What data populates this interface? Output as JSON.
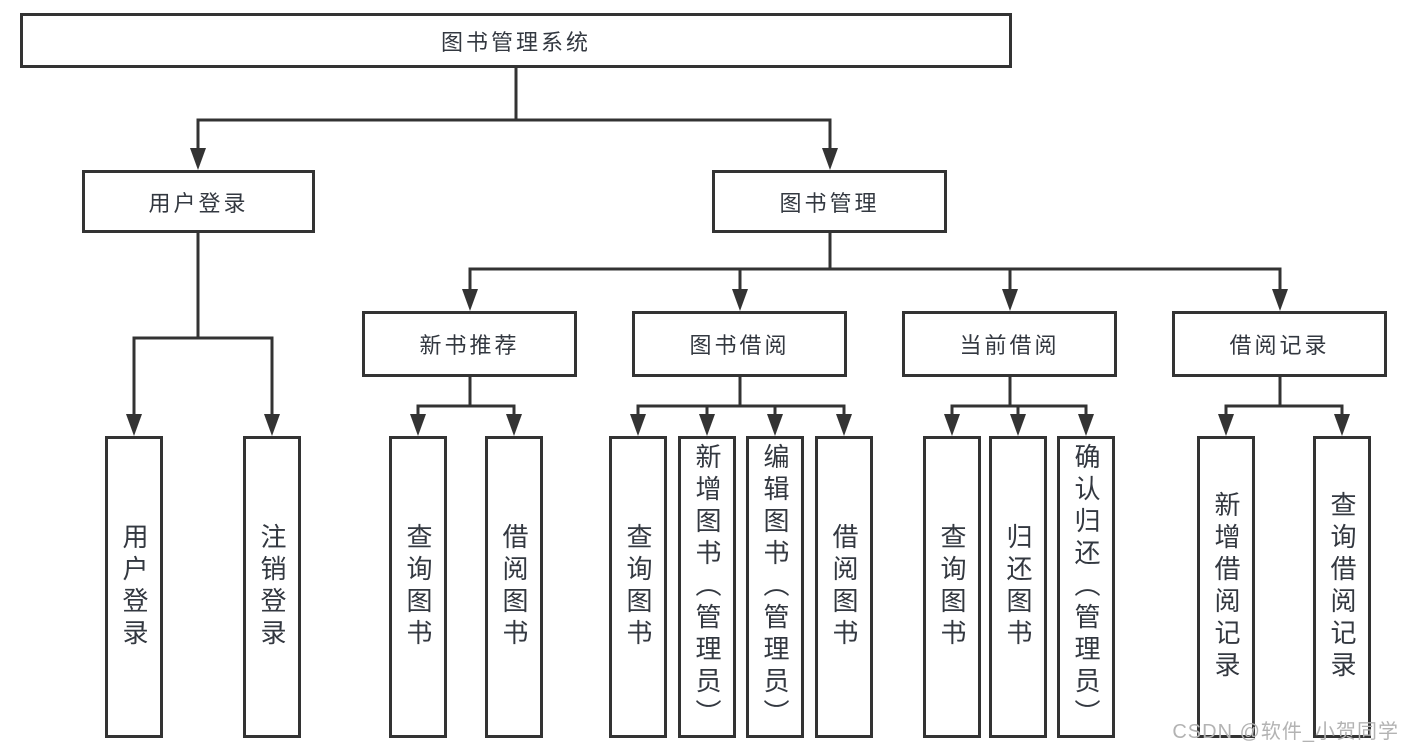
{
  "diagram": {
    "root": {
      "label": "图书管理系统"
    },
    "user_login": {
      "label": "用户登录",
      "children": [
        {
          "label": "用户登录"
        },
        {
          "label": "注销登录"
        }
      ]
    },
    "book_mgmt": {
      "label": "图书管理",
      "children": [
        {
          "label": "新书推荐",
          "children": [
            {
              "label": "查询图书"
            },
            {
              "label": "借阅图书"
            }
          ]
        },
        {
          "label": "图书借阅",
          "children": [
            {
              "label": "查询图书"
            },
            {
              "label": "新增图书（管理员）"
            },
            {
              "label": "编辑图书（管理员）"
            },
            {
              "label": "借阅图书"
            }
          ]
        },
        {
          "label": "当前借阅",
          "children": [
            {
              "label": "查询图书"
            },
            {
              "label": "归还图书"
            },
            {
              "label": "确认归还（管理员）"
            }
          ]
        },
        {
          "label": "借阅记录",
          "children": [
            {
              "label": "新增借阅记录"
            },
            {
              "label": "查询借阅记录"
            }
          ]
        }
      ]
    }
  },
  "watermark": {
    "text": "CSDN @软件_小贺同学"
  },
  "colors": {
    "line": "#333333",
    "text": "#333840",
    "watermark": "#b3b3b3",
    "background": "#ffffff"
  }
}
